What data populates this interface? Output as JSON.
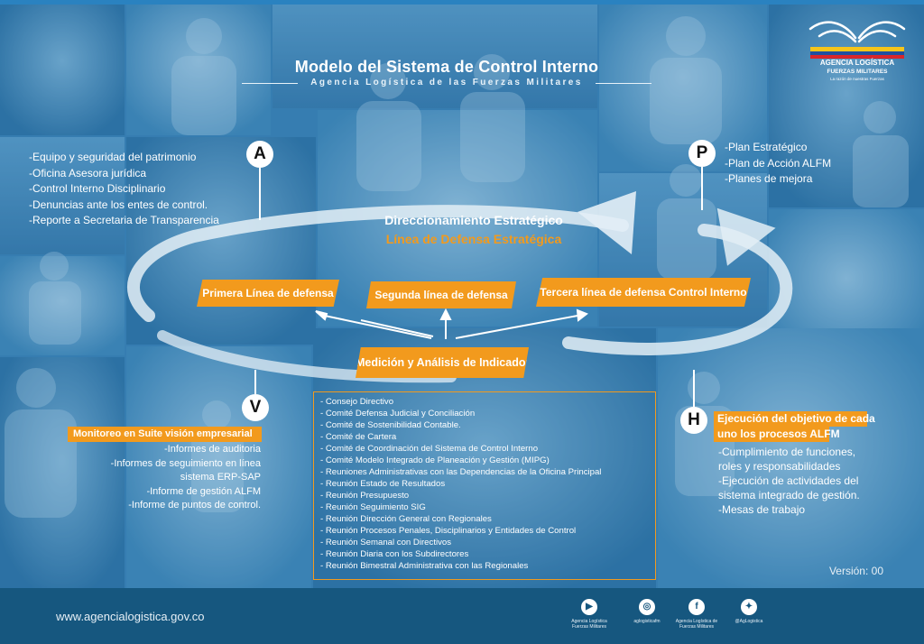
{
  "header": {
    "title": "Modelo del Sistema de Control Interno",
    "subtitle": "Agencia Logística de las Fuerzas Militares"
  },
  "logo": {
    "line1": "AGENCIA LOGÍSTICA",
    "line2": "FUERZAS MILITARES",
    "tagline": "La razón de nuestras Fuerzas"
  },
  "strategic": {
    "title": "Direccionamiento Estratégico",
    "subtitle": "Línea de Defensa Estratégica"
  },
  "lines": {
    "first": "Primera Línea de defensa",
    "second": "Segunda línea  de defensa",
    "third": "Tercera línea de defensa Control Interno",
    "measure": "Medición y Análisis de Indicadores"
  },
  "sections": {
    "a": {
      "badge": "A",
      "items": [
        "-Equipo y seguridad del patrimonio",
        "-Oficina Asesora jurídica",
        "-Control Interno  Disciplinario",
        "-Denuncias ante los entes de control.",
        "-Reporte a Secretaria de Transparencia"
      ]
    },
    "p": {
      "badge": "P",
      "items": [
        "-Plan Estratégico",
        "-Plan de Acción ALFM",
        "-Planes de mejora"
      ]
    },
    "v": {
      "badge": "V",
      "highlight": "Monitoreo en  Suite visión empresarial",
      "items": [
        "-Informes de auditoria",
        "-Informes de seguimiento en línea",
        "sistema ERP-SAP",
        "-Informe de gestión ALFM",
        "-Informe de puntos de control."
      ]
    },
    "h": {
      "badge": "H",
      "highlight_lines": [
        "Ejecución del objetivo de cada",
        "uno los procesos ALFM"
      ],
      "items": [
        "-Cumplimiento de funciones,",
        "roles y responsabilidades",
        "-Ejecución de actividades del",
        "sistema integrado de gestión.",
        "-Mesas de trabajo"
      ]
    }
  },
  "committees": [
    "- Consejo Directivo",
    "- Comité Defensa Judicial y Conciliación",
    "- Comité de Sostenibilidad Contable.",
    "- Comité de Cartera",
    "- Comité de Coordinación del Sistema de Control Interno",
    "- Comité Modelo Integrado de Planeación y Gestión (MIPG)",
    "- Reuniones Administrativas con las Dependencias de la Oficina Principal",
    "- Reunión Estado de Resultados",
    "- Reunión Presupuesto",
    "- Reunión Seguimiento SIG",
    "- Reunión Dirección General con Regionales",
    "- Reunión Procesos Penales, Disciplinarios y Entidades de Control",
    "- Reunión Semanal con Directivos",
    "- Reunión Diaria con los Subdirectores",
    "- Reunión Bimestral Administrativa con las Regionales"
  ],
  "version": "Versión: 00",
  "footer": {
    "url": "www.agencialogistica.gov.co",
    "social": [
      {
        "icon": "youtube-icon",
        "glyph": "▶",
        "caption_lines": [
          "Agencia Logística",
          "Fuerzas Militares"
        ]
      },
      {
        "icon": "instagram-icon",
        "glyph": "◎",
        "caption_lines": [
          "aglogisticafm"
        ]
      },
      {
        "icon": "facebook-icon",
        "glyph": "f",
        "caption_lines": [
          "Agencia Logística de",
          "Fuerzas Militares"
        ]
      },
      {
        "icon": "twitter-icon",
        "glyph": "✦",
        "caption_lines": [
          "@AgLogistica"
        ]
      }
    ]
  },
  "colors": {
    "overlay_blue": "#2f7db4",
    "accent_orange": "#f29a1d",
    "footer_blue": "#16577f",
    "logo_yellow": "#f6c51a",
    "logo_red": "#d8262b",
    "logo_blue": "#1f4fa0"
  }
}
